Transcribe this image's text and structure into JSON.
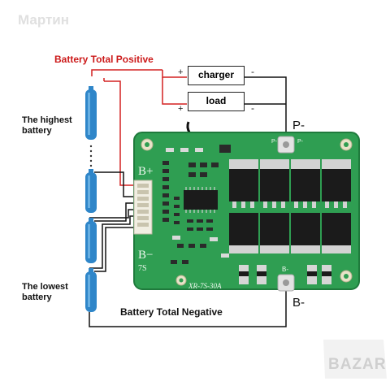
{
  "watermark": "Мартин",
  "corner_logo": "BAZAR",
  "labels": {
    "total_positive": "Battery Total Positive",
    "highest_battery": "The highest battery",
    "lowest_battery": "The lowest battery",
    "total_negative": "Battery Total Negative"
  },
  "boxes": {
    "charger": "charger",
    "load": "load"
  },
  "signs": {
    "plus": "+",
    "minus": "-"
  },
  "terminals": {
    "p_minus": "P-",
    "b_minus": "B-"
  },
  "board": {
    "b_plus": "B+",
    "b_minus": "B−",
    "series": "7S",
    "model": "XR-7S-30A",
    "p_small": "P-",
    "b_small": "B-"
  },
  "colors": {
    "board": "#2f9e52",
    "board_dark": "#1f7a3c",
    "battery": "#2f86c9",
    "positive_wire": "#d42020",
    "title_red": "#cc1a1a"
  }
}
